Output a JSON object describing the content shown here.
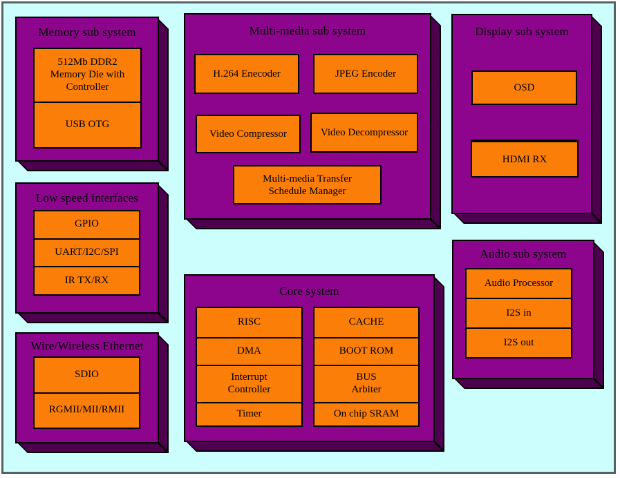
{
  "canvas": {
    "background_color": "#CCFEFE",
    "frame_border_color": "#566363",
    "box_face_color": "#8C058C",
    "box_side_color": "#4D004D",
    "block_color": "#FB7E08",
    "outline_color": "#000000"
  },
  "subsystems": [
    {
      "title": "Memory sub system",
      "blocks": [
        "512Mb DDR2\nMemory Die with\nController",
        "USB OTG"
      ]
    },
    {
      "title": "Multi-media sub system",
      "blocks": [
        "H.264 Enecoder",
        "JPEG Encoder",
        "Video Compressor",
        "Video Decompressor",
        "Multi-media  Transfer\nSchedule Manager"
      ]
    },
    {
      "title": "Display sub system",
      "blocks": [
        "OSD",
        "HDMI RX"
      ]
    },
    {
      "title": "Low speed interfaces",
      "blocks": [
        "GPIO",
        "UART/I2C/SPI",
        "IR TX/RX"
      ]
    },
    {
      "title": "Core system",
      "left_blocks": [
        "RISC",
        "DMA",
        "Interrupt\nController",
        "Timer"
      ],
      "right_blocks": [
        "CACHE",
        "BOOT ROM",
        "BUS\nArbiter",
        "On chip SRAM"
      ]
    },
    {
      "title": "Wire/Wireless Ethernet",
      "blocks": [
        "SDIO",
        "RGMII/MII/RMII"
      ]
    },
    {
      "title": "Audio sub system",
      "blocks": [
        "Audio Processor",
        "I2S in",
        "I2S out"
      ]
    }
  ]
}
